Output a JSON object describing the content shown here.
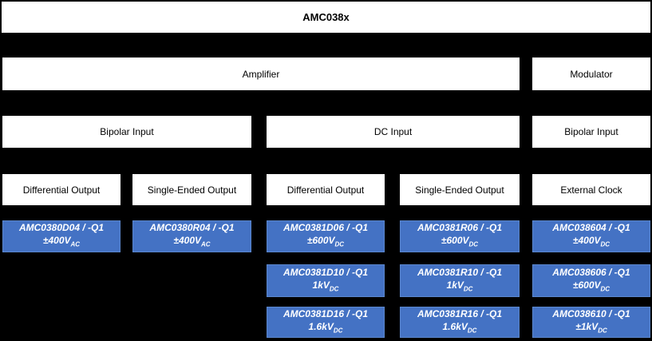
{
  "title": "AMC038x",
  "groups": {
    "amplifier": "Amplifier",
    "modulator": "Modulator"
  },
  "inputs": {
    "bipolar_left": "Bipolar Input",
    "dc": "DC Input",
    "bipolar_right": "Bipolar Input"
  },
  "outputs": [
    "Differential Output",
    "Single-Ended Output",
    "Differential Output",
    "Single-Ended Output",
    "External Clock"
  ],
  "parts": [
    {
      "name": "AMC0380D04 / -Q1",
      "rating": "±400V",
      "rating_sub": "AC"
    },
    {
      "name": "AMC0380R04 / -Q1",
      "rating": "±400V",
      "rating_sub": "AC"
    },
    {
      "name": "AMC0381D06 / -Q1",
      "rating": "±600V",
      "rating_sub": "DC"
    },
    {
      "name": "AMC0381R06 / -Q1",
      "rating": "±600V",
      "rating_sub": "DC"
    },
    {
      "name": "AMC038604 / -Q1",
      "rating": "±400V",
      "rating_sub": "DC"
    },
    {
      "name": "AMC0381D10 / -Q1",
      "rating": "1kV",
      "rating_sub": "DC"
    },
    {
      "name": "AMC0381R10 / -Q1",
      "rating": "1kV",
      "rating_sub": "DC"
    },
    {
      "name": "AMC038606 / -Q1",
      "rating": "±600V",
      "rating_sub": "DC"
    },
    {
      "name": "AMC0381D16 / -Q1",
      "rating": "1.6kV",
      "rating_sub": "DC"
    },
    {
      "name": "AMC0381R16 / -Q1",
      "rating": "1.6kV",
      "rating_sub": "DC"
    },
    {
      "name": "AMC038610 / -Q1",
      "rating": "±1kV",
      "rating_sub": "DC"
    }
  ],
  "colors": {
    "background": "#000000",
    "box_fill": "#ffffff",
    "box_text": "#000000",
    "part_fill": "#4472C4",
    "part_border": "#5b87ce",
    "part_text": "#ffffff"
  }
}
